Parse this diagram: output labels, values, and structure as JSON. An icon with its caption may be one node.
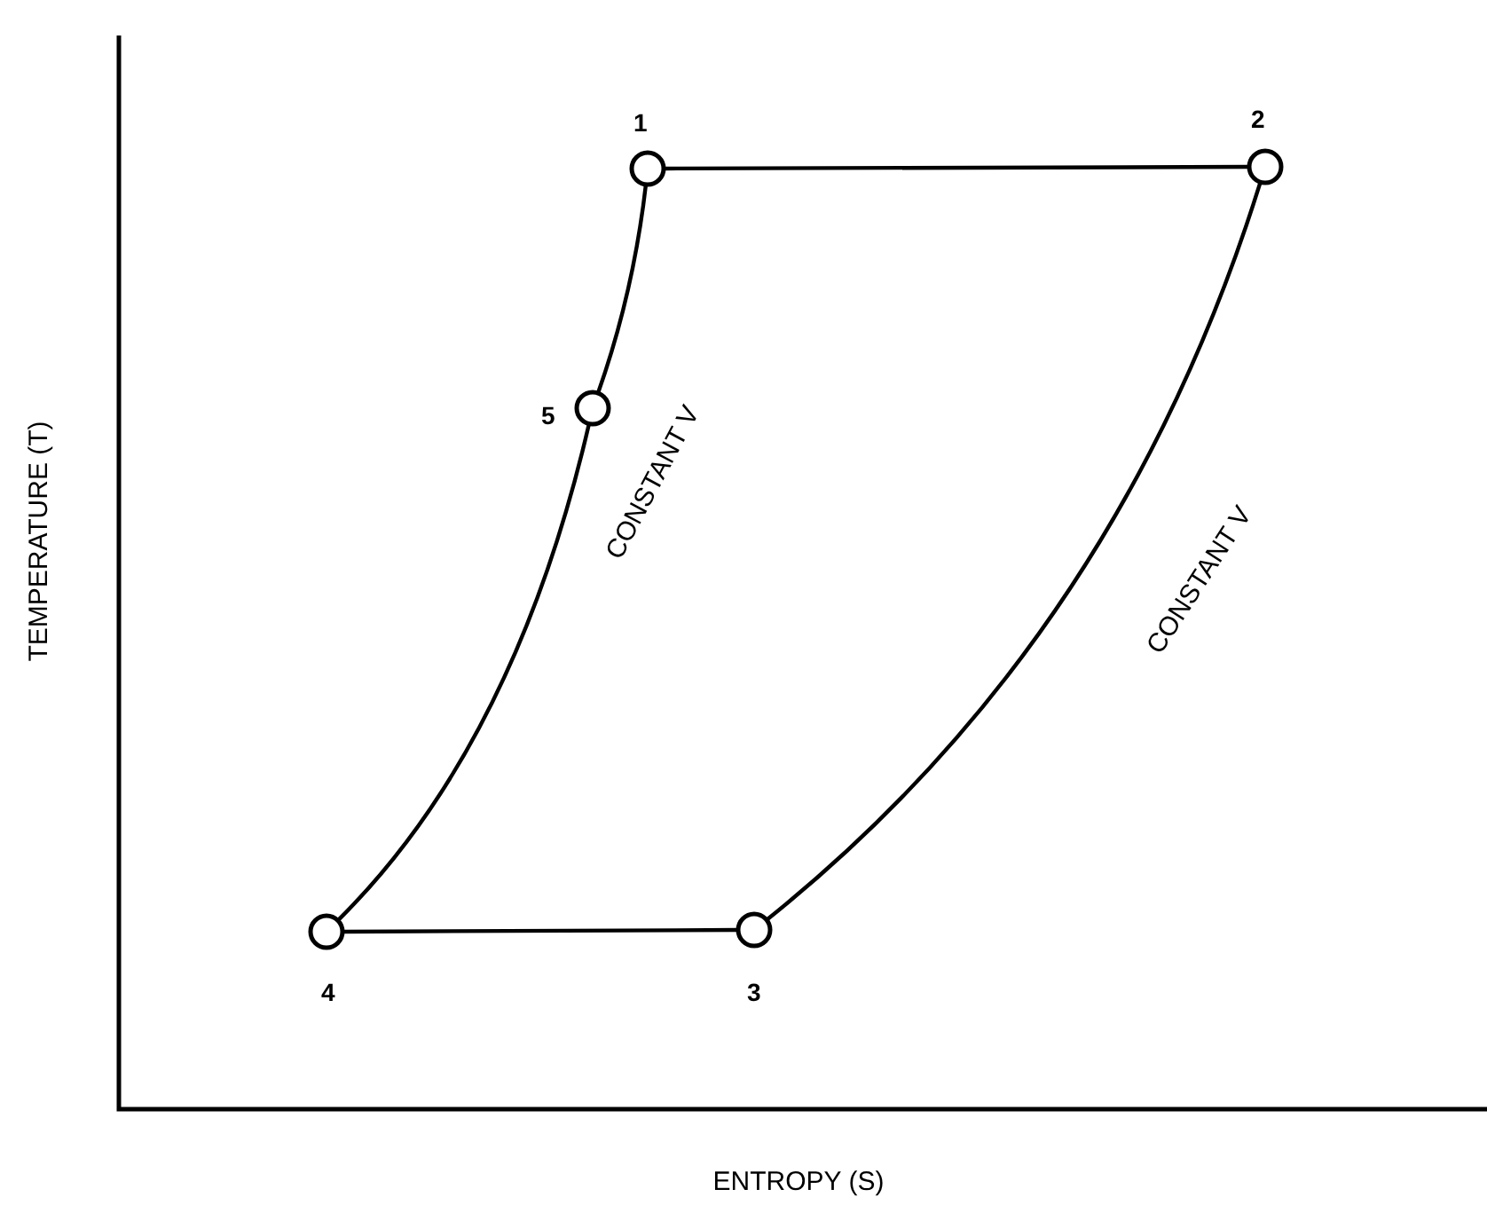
{
  "diagram": {
    "nodes": [
      {
        "text": [],
        "shape": "circle",
        "beside": [
          "1"
        ]
      },
      {
        "text": [],
        "shape": "circle",
        "beside": [
          "2"
        ]
      },
      {
        "text": [],
        "shape": "circle",
        "beside": [
          "3"
        ]
      },
      {
        "text": [],
        "shape": "circle",
        "beside": [
          "4"
        ]
      },
      {
        "text": [],
        "shape": "circle",
        "beside": [
          "5"
        ]
      }
    ],
    "edges": [
      {
        "from": 0,
        "to": 1,
        "arrow": "none"
      },
      {
        "from": 1,
        "to": 2,
        "arrow": "none"
      },
      {
        "from": 2,
        "to": 3,
        "arrow": "none"
      },
      {
        "from": 3,
        "to": 4,
        "arrow": "none"
      },
      {
        "from": 4,
        "to": 0,
        "arrow": "none"
      }
    ],
    "labels": [
      "TEMPERATURE (T)",
      "CONSTANT V",
      "CONSTANT V",
      "ENTROPY (S)"
    ]
  }
}
